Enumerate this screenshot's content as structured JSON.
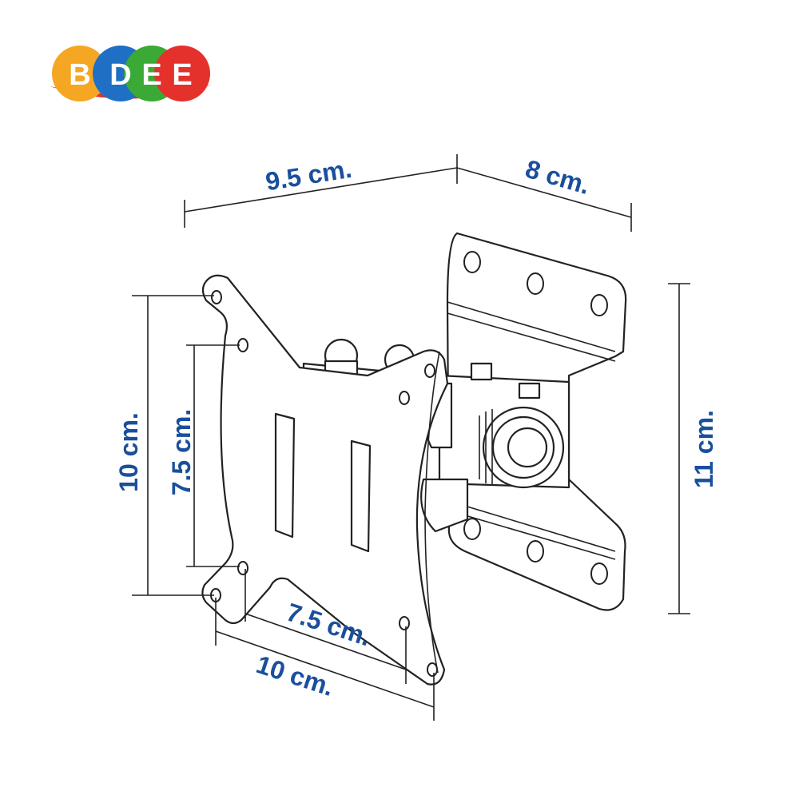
{
  "brand": {
    "letters": [
      "B",
      "D",
      "E",
      "E"
    ],
    "colors": {
      "b": "#f5a623",
      "d": "#1f6fc4",
      "e1": "#3aa935",
      "e2": "#e4312b",
      "swoosh": "#e4312b"
    }
  },
  "product": {
    "name_icon": "tv-wall-mount-bracket-icon"
  },
  "dimensions": {
    "top_width": "9.5 cm.",
    "top_depth": "8 cm.",
    "wall_height": "11 cm.",
    "vesa_outer_height": "10 cm.",
    "vesa_inner_height": "7.5 cm.",
    "vesa_inner_width": "7.5 cm.",
    "vesa_outer_width": "10 cm."
  },
  "colors": {
    "dimension_text": "#1a4f9c",
    "line": "#222222",
    "background": "#ffffff"
  }
}
